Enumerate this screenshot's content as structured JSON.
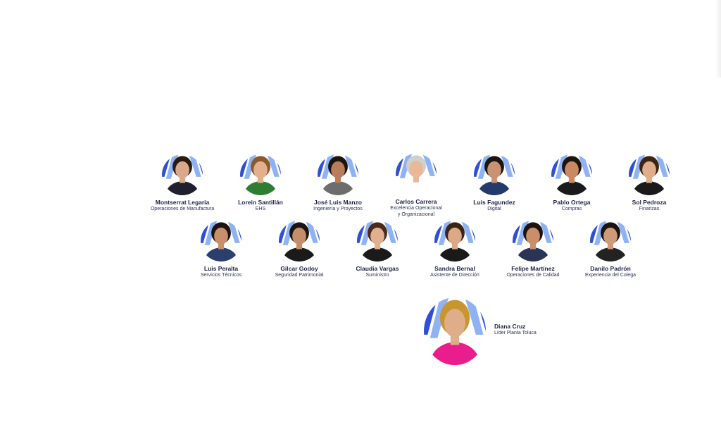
{
  "team": [
    {
      "name": "Montserrat Legaria",
      "role": "Operaciones de Manufactura",
      "shirt": "#1f1f2e",
      "skin": "#d9a98c",
      "hair": "#2b1a12"
    },
    {
      "name": "Lorein Santillán",
      "role": "EHS",
      "shirt": "#2e7d32",
      "skin": "#e2b08e",
      "hair": "#8a5a2b"
    },
    {
      "name": "José Luis Manzo",
      "role": "Ingeniería y Proyectos",
      "shirt": "#6d6d6d",
      "skin": "#b97d5a",
      "hair": "#1c1410"
    },
    {
      "name": "Carlos Carrera",
      "role": "Excelencia Operacional\ny Organizacional",
      "shirt": "#ffffff",
      "skin": "#e8b898",
      "hair": "#cfcfcf"
    },
    {
      "name": "Luis Fagundez",
      "role": "Digital",
      "shirt": "#233a6b",
      "skin": "#c99273",
      "hair": "#1c1410"
    },
    {
      "name": "Pablo Ortega",
      "role": "Compras",
      "shirt": "#1a1a1a",
      "skin": "#c98a63",
      "hair": "#1c1410"
    },
    {
      "name": "Sol Pedroza",
      "role": "Finanzas",
      "shirt": "#1a1a1a",
      "skin": "#e0ad8a",
      "hair": "#3a2416"
    },
    {
      "name": "Luis Peralta",
      "role": "Servicios Técnicos",
      "shirt": "#2c3e6b",
      "skin": "#c98e6a",
      "hair": "#1c1410"
    },
    {
      "name": "Gilcar Godoy",
      "role": "Seguridad Patrimonial",
      "shirt": "#1a1a1a",
      "skin": "#c58e6b",
      "hair": "#1c1410"
    },
    {
      "name": "Claudia Vargas",
      "role": "Suministro",
      "shirt": "#1a1a1a",
      "skin": "#e2b08e",
      "hair": "#4a2a18"
    },
    {
      "name": "Sandra Bernal",
      "role": "Asistente de Dirección",
      "shirt": "#1a1a1a",
      "skin": "#dca886",
      "hair": "#3a2416"
    },
    {
      "name": "Felipe Martínez",
      "role": "Operaciones de Calidad",
      "shirt": "#2a3556",
      "skin": "#c98e6a",
      "hair": "#1c1410"
    },
    {
      "name": "Danilo Padrón",
      "role": "Experiencia del Colega",
      "shirt": "#222222",
      "skin": "#cf9a78",
      "hair": "#1c1410"
    }
  ],
  "leader": {
    "name": "Diana Cruz",
    "role": "Líder Planta Toluca",
    "shirt": "#e91e8c",
    "skin": "#e0ad8a",
    "hair": "#c8962e"
  },
  "colors": {
    "brand_blue": "#2f4fd8",
    "light_blue": "#8fb2f5",
    "text": "#1d2147"
  }
}
